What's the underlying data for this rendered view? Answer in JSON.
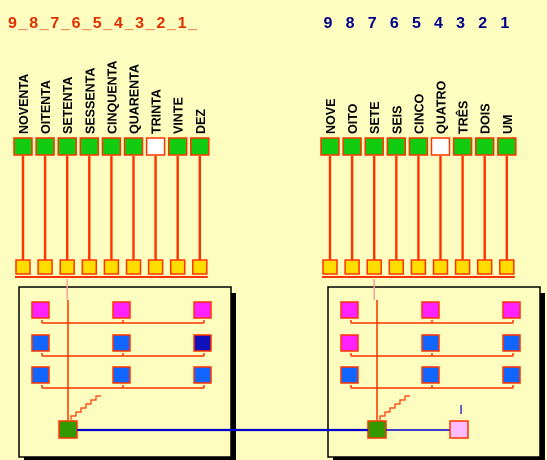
{
  "colors": {
    "background": "#fdfdc0",
    "panel": "#fdfdc0",
    "red_line": "#ff3300",
    "pink_line": "#ff9f9f",
    "tens_header": "#e03000",
    "units_header": "#000088",
    "green": "#11cc11",
    "empty_box": "#ffffff",
    "yellow": "#ffdd00",
    "magenta": "#ff22ff",
    "blue": "#1166ff",
    "dark_blue": "#1111bb",
    "dark_green": "#339900",
    "pink_box": "#ffbbff",
    "connector": "#0000cc"
  },
  "tens": {
    "header_text": "9_8_7_6_5_4_3_2_1_",
    "labels": [
      "NOVENTA",
      "OITENTA",
      "SETENTA",
      "SESSENTA",
      "CINQUENTA",
      "QUARENTA",
      "TRINTA",
      "VINTE",
      "DEZ"
    ],
    "state": [
      "on",
      "on",
      "on",
      "on",
      "on",
      "on",
      "off",
      "on",
      "on"
    ]
  },
  "units": {
    "header_digits": [
      "9",
      "8",
      "7",
      "6",
      "5",
      "4",
      "3",
      "2",
      "1"
    ],
    "labels": [
      "NOVE",
      "OITO",
      "SETE",
      "SEIS",
      "CINCO",
      "QUATRO",
      "TRÊS",
      "DOIS",
      "UM"
    ],
    "state": [
      "on",
      "on",
      "on",
      "on",
      "on",
      "off",
      "on",
      "on",
      "on"
    ]
  },
  "left_grid": [
    [
      "magenta",
      "magenta",
      "magenta"
    ],
    [
      "blue",
      "blue",
      "dark_blue"
    ],
    [
      "blue",
      "blue",
      "blue"
    ]
  ],
  "right_grid": [
    [
      "magenta",
      "magenta",
      "magenta"
    ],
    [
      "magenta",
      "blue",
      "blue"
    ],
    [
      "blue",
      "blue",
      "blue"
    ]
  ],
  "output_marker": "I"
}
